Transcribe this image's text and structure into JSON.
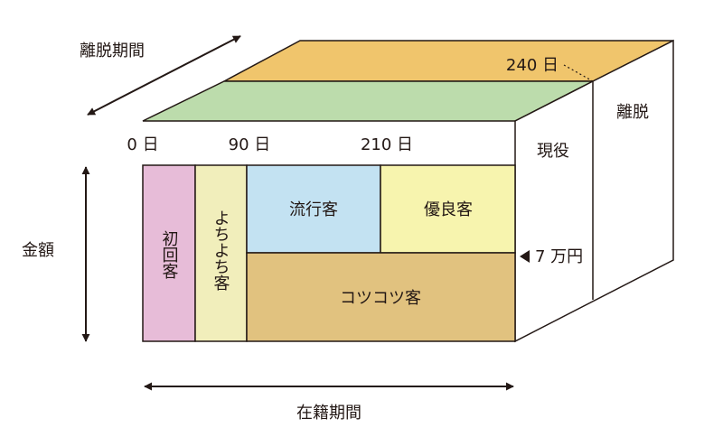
{
  "axes": {
    "churn_period": "離脱期間",
    "tenure_period": "在籍期間",
    "amount": "金額"
  },
  "ticks": {
    "day0": "0 日",
    "day90": "90 日",
    "day210": "210 日",
    "day240": "240 日"
  },
  "side_labels": {
    "churned": "離脱",
    "active": "現役",
    "threshold": "7 万円"
  },
  "segments": {
    "new": "初回客",
    "casual": "よちよち客",
    "trend": "流行客",
    "premium": "優良客",
    "steady": "コツコツ客"
  },
  "colors": {
    "new": "#e7bcd8",
    "casual": "#f1eebb",
    "trend": "#c3e2f2",
    "premium": "#f7f4ae",
    "steady": "#e1c27f",
    "top_far": "#f0c56c",
    "top_near": "#bcdcac",
    "line": "#231815"
  }
}
